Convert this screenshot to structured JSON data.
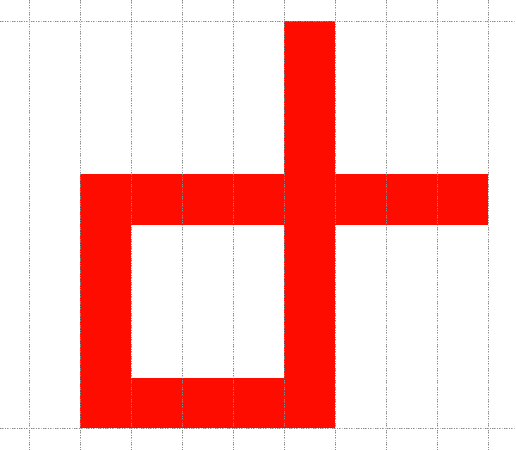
{
  "grid": {
    "columns": 10,
    "rows": 9,
    "filled_color": "#ff0c00",
    "grid_line_color": "#8a8a8a",
    "background_color": "#ffffff",
    "filled_cells": [
      {
        "col": 5,
        "row": 0
      },
      {
        "col": 5,
        "row": 1
      },
      {
        "col": 5,
        "row": 2
      },
      {
        "col": 1,
        "row": 3
      },
      {
        "col": 2,
        "row": 3
      },
      {
        "col": 3,
        "row": 3
      },
      {
        "col": 4,
        "row": 3
      },
      {
        "col": 5,
        "row": 3
      },
      {
        "col": 6,
        "row": 3
      },
      {
        "col": 7,
        "row": 3
      },
      {
        "col": 8,
        "row": 3
      },
      {
        "col": 1,
        "row": 4
      },
      {
        "col": 5,
        "row": 4
      },
      {
        "col": 1,
        "row": 5
      },
      {
        "col": 5,
        "row": 5
      },
      {
        "col": 1,
        "row": 6
      },
      {
        "col": 5,
        "row": 6
      },
      {
        "col": 1,
        "row": 7
      },
      {
        "col": 2,
        "row": 7
      },
      {
        "col": 3,
        "row": 7
      },
      {
        "col": 4,
        "row": 7
      },
      {
        "col": 5,
        "row": 7
      }
    ]
  }
}
